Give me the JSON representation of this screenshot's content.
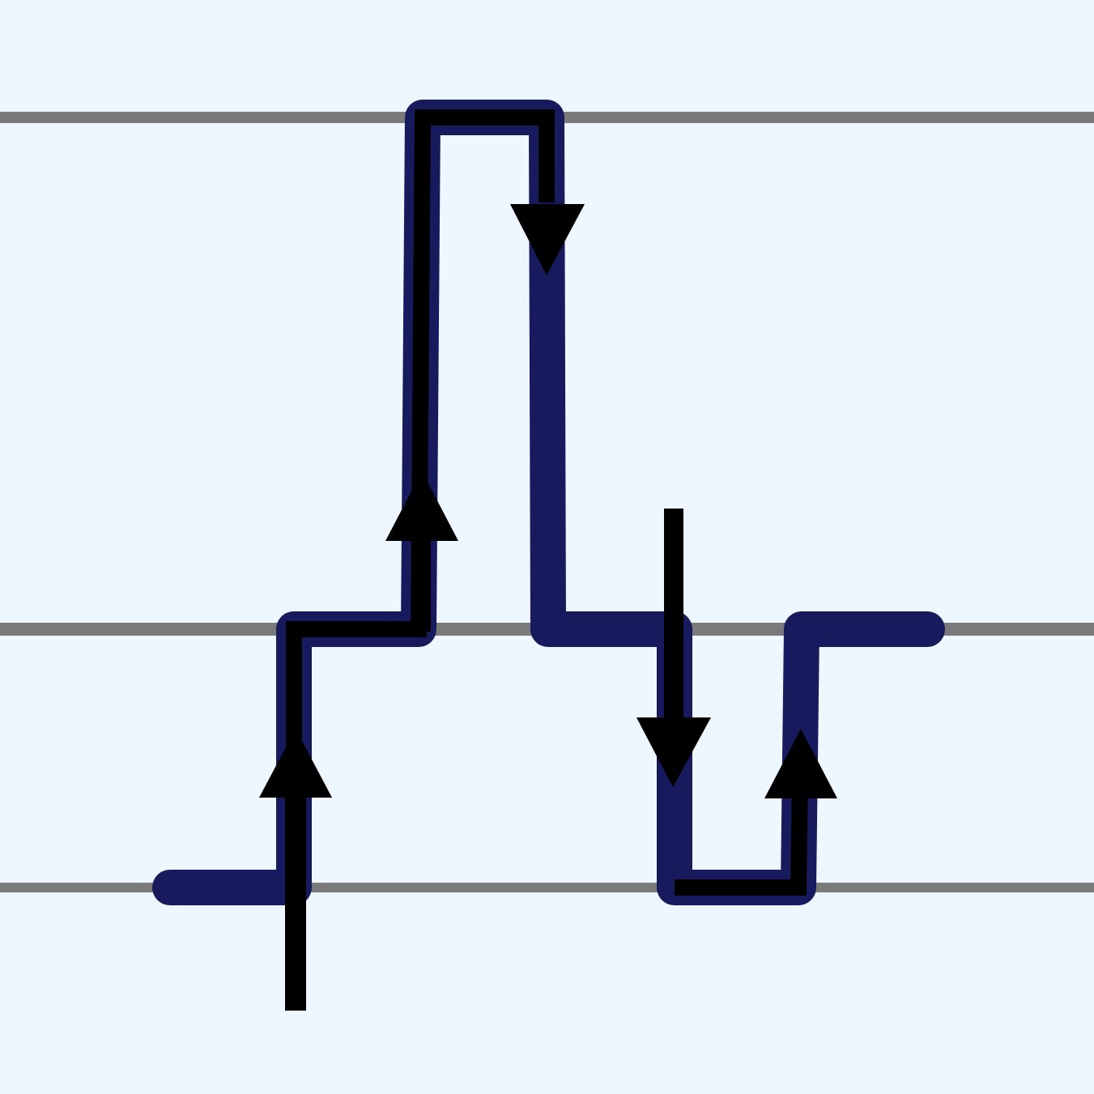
{
  "diagram": {
    "kind": "energy-level transition diagram",
    "colors": {
      "background": "#eef6ff",
      "level_line": "#7a7a7a",
      "path": "#171b5e",
      "arrow": "#000000"
    },
    "levels": [
      {
        "id": "upper",
        "state": "top level"
      },
      {
        "id": "middle",
        "state": "middle level"
      },
      {
        "id": "lower",
        "state": "bottom level"
      }
    ],
    "transitions": [
      {
        "id": "t1",
        "direction": "up",
        "from": "lower",
        "to": "middle"
      },
      {
        "id": "t2",
        "direction": "up",
        "from": "middle",
        "to": "upper"
      },
      {
        "id": "t3",
        "direction": "down",
        "from": "upper",
        "to": "middle"
      },
      {
        "id": "t4",
        "direction": "down",
        "from": "middle",
        "to": "lower"
      },
      {
        "id": "t5",
        "direction": "up",
        "from": "lower",
        "to": "middle"
      }
    ],
    "icons": [
      "up-arrow-icon",
      "down-arrow-icon"
    ]
  }
}
